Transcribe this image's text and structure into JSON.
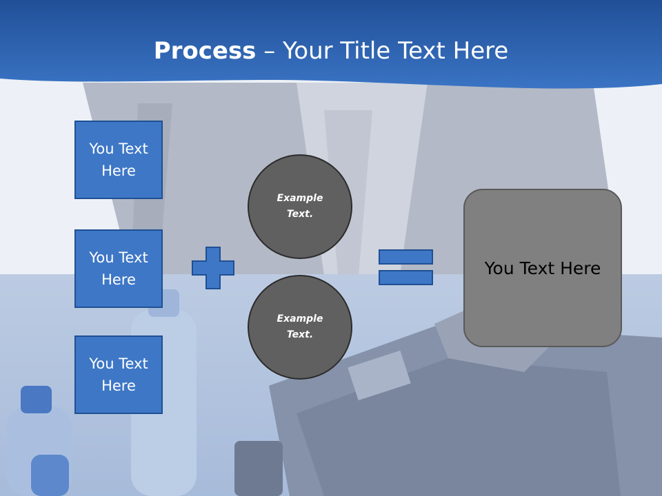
{
  "slide": {
    "title": {
      "bold": "Process",
      "rest": " – Your Title Text Here"
    },
    "boxes": [
      {
        "line1": "You Text",
        "line2": "Here"
      },
      {
        "line1": "You Text",
        "line2": "Here"
      },
      {
        "line1": "You Text",
        "line2": "Here"
      }
    ],
    "circles": [
      {
        "line1": "Example",
        "line2": "Text."
      },
      {
        "line1": "Example",
        "line2": "Text."
      }
    ],
    "result": "You Text Here"
  },
  "colors": {
    "header": "#2d66b8",
    "box": "#3e77c6",
    "circle": "#606060",
    "result": "#808080"
  }
}
